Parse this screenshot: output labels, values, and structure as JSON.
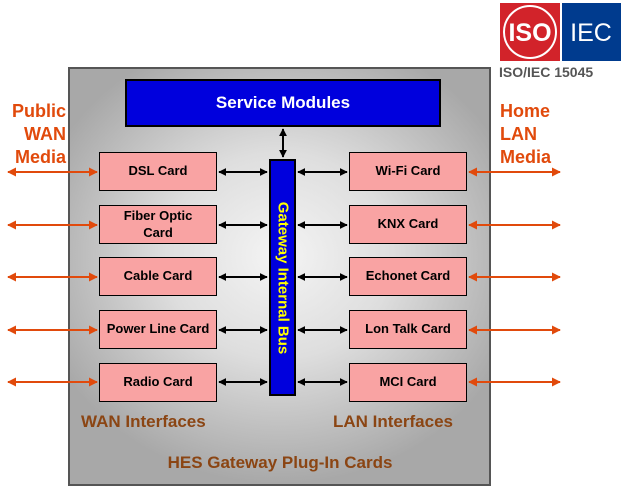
{
  "logo": {
    "iso_text": "ISO",
    "iec_text": "IEC",
    "caption": "ISO/IEC 15045"
  },
  "service_modules": "Service Modules",
  "bus_label": "Gateway Internal Bus",
  "wan_media": [
    "Public",
    "WAN",
    "Media"
  ],
  "lan_media": [
    "Home",
    "LAN",
    "Media"
  ],
  "wan_cards": [
    "DSL Card",
    "Fiber Optic Card",
    "Cable Card",
    "Power Line Card",
    "Radio Card"
  ],
  "lan_cards": [
    "Wi-Fi Card",
    "KNX Card",
    "Echonet Card",
    "Lon Talk Card",
    "MCI Card"
  ],
  "wan_interfaces": "WAN Interfaces",
  "lan_interfaces": "LAN Interfaces",
  "footer": "HES Gateway Plug-In Cards",
  "colors": {
    "gateway_border": "#555555",
    "blue": "#0000dd",
    "bus_text": "#ffff00",
    "card_fill": "#f9a3a3",
    "media_text": "#e14a0c",
    "section_text": "#8b4513",
    "iso_red": "#d2232a",
    "iec_blue": "#003b8e"
  }
}
